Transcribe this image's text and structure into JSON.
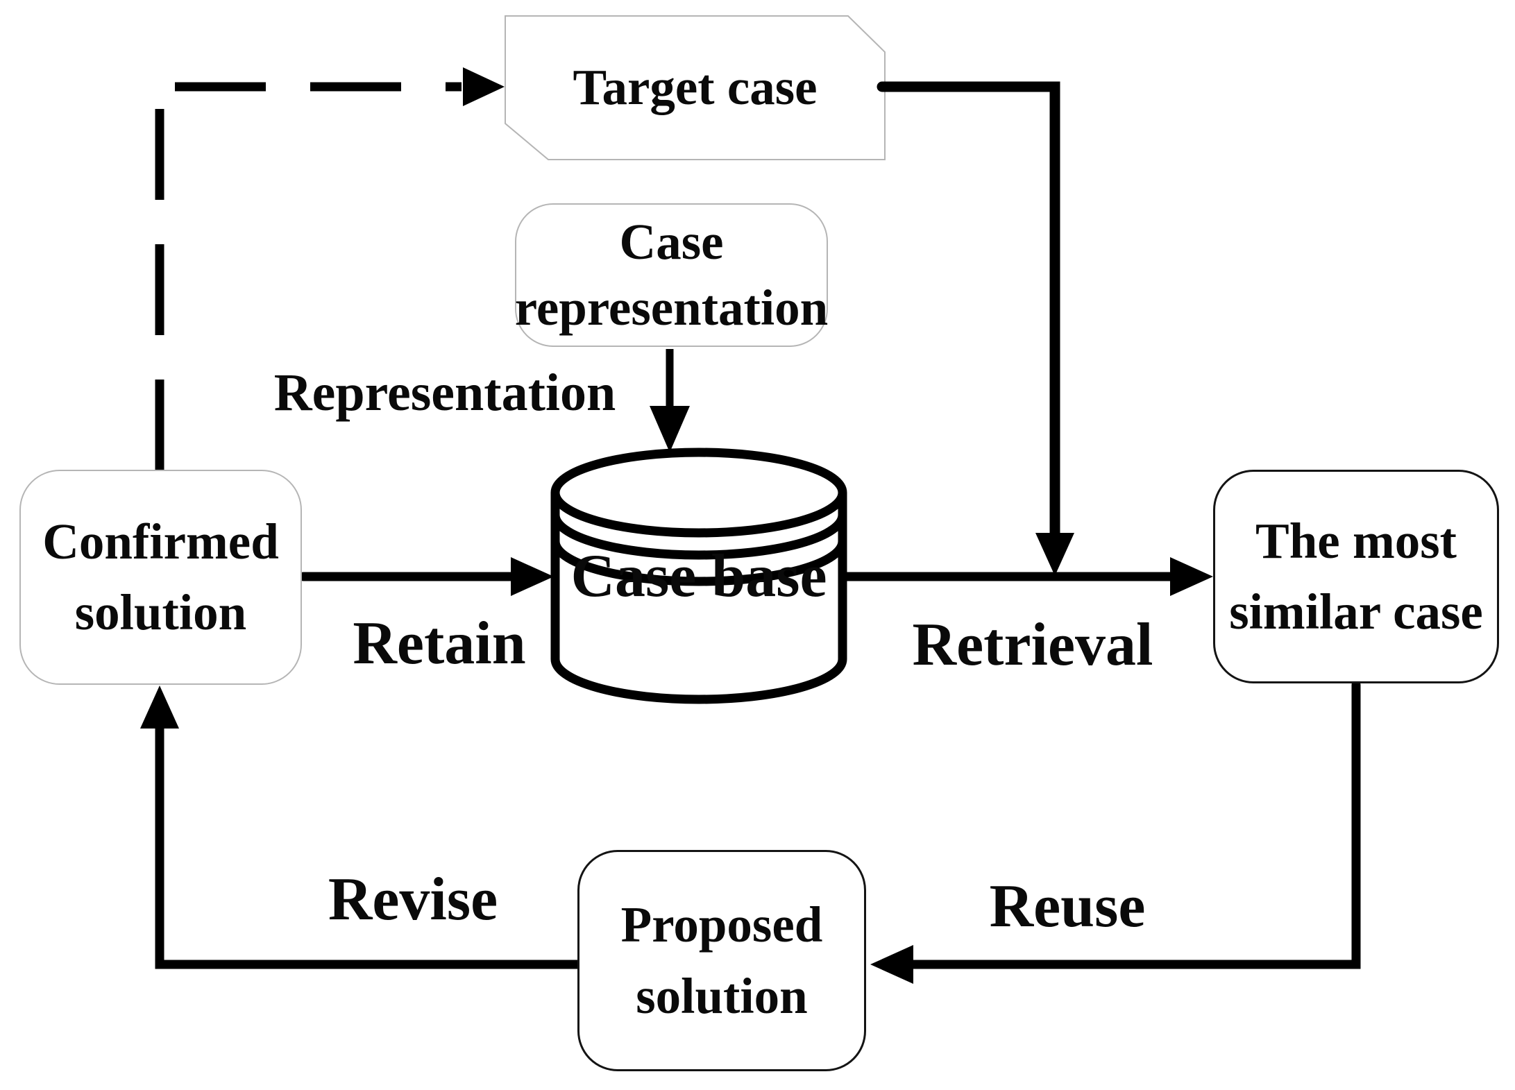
{
  "diagram": {
    "nodes": {
      "target_case": {
        "label": "Target case",
        "shape": "snip-corner-rect"
      },
      "case_representation": {
        "label": "Case\nrepresentation",
        "shape": "rounded-rect"
      },
      "case_base": {
        "label": "Case base",
        "shape": "database-cylinder"
      },
      "confirmed_solution": {
        "label": "Confirmed\nsolution",
        "shape": "rounded-rect"
      },
      "most_similar_case": {
        "label": "The most\nsimilar case",
        "shape": "rounded-rect"
      },
      "proposed_solution": {
        "label": "Proposed\nsolution",
        "shape": "rounded-rect"
      }
    },
    "edge_labels": {
      "representation": "Representation",
      "retain": "Retain",
      "retrieval": "Retrieval",
      "reuse": "Reuse",
      "revise": "Revise"
    },
    "edges": [
      {
        "from": "confirmed_solution",
        "to": "target_case",
        "style": "dashed"
      },
      {
        "from": "target_case",
        "to": "retrieval_line",
        "style": "solid"
      },
      {
        "from": "case_representation",
        "to": "case_base",
        "style": "solid",
        "label": "Representation"
      },
      {
        "from": "confirmed_solution",
        "to": "case_base",
        "style": "solid",
        "label": "Retain"
      },
      {
        "from": "case_base",
        "to": "most_similar_case",
        "style": "solid",
        "label": "Retrieval"
      },
      {
        "from": "most_similar_case",
        "to": "proposed_solution",
        "style": "solid",
        "label": "Reuse"
      },
      {
        "from": "proposed_solution",
        "to": "confirmed_solution",
        "style": "solid",
        "label": "Revise"
      }
    ],
    "colors": {
      "line": "#000000",
      "light_border": "#b5b5b5",
      "dark_border": "#141414",
      "text": "#0a0a0a",
      "background": "#ffffff"
    }
  }
}
